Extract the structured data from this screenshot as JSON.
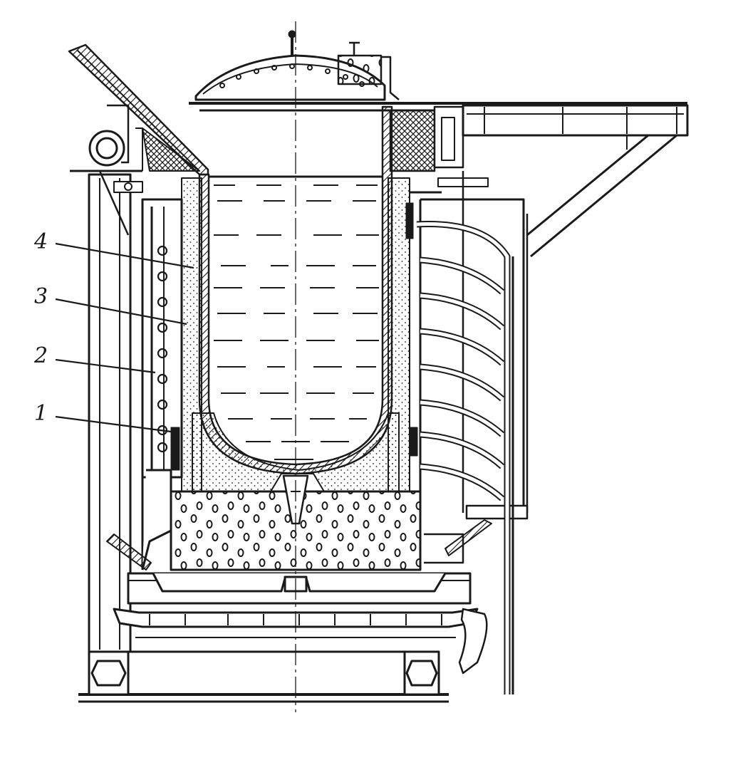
{
  "diagram": {
    "callouts": [
      {
        "id": "4",
        "label": "4"
      },
      {
        "id": "3",
        "label": "3"
      },
      {
        "id": "2",
        "label": "2"
      },
      {
        "id": "1",
        "label": "1"
      }
    ]
  },
  "colors": {
    "ink": "#1a1a1a",
    "paper": "#ffffff"
  }
}
